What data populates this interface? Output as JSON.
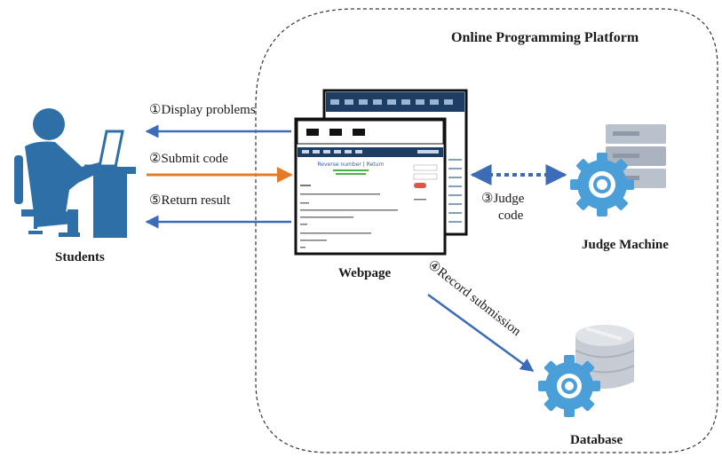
{
  "platform": {
    "title": "Online Programming Platform"
  },
  "nodes": {
    "students": "Students",
    "webpage": "Webpage",
    "judge_machine": "Judge Machine",
    "database": "Database"
  },
  "steps": {
    "display": "①Display problems",
    "submit": "②Submit code",
    "result": "⑤Return result",
    "judge_line1": "③Judge",
    "judge_line2": "code",
    "record": "④Record submission"
  },
  "webpage_screen": {
    "heading": "Reverse number | Return"
  },
  "colors": {
    "blue": "#3c6bb8",
    "orange": "#e57b26",
    "student_blue": "#2f6fa8",
    "gear_blue": "#4a9fd8",
    "server_gray": "#aeb6c2",
    "navbar": "#1e3d63"
  }
}
